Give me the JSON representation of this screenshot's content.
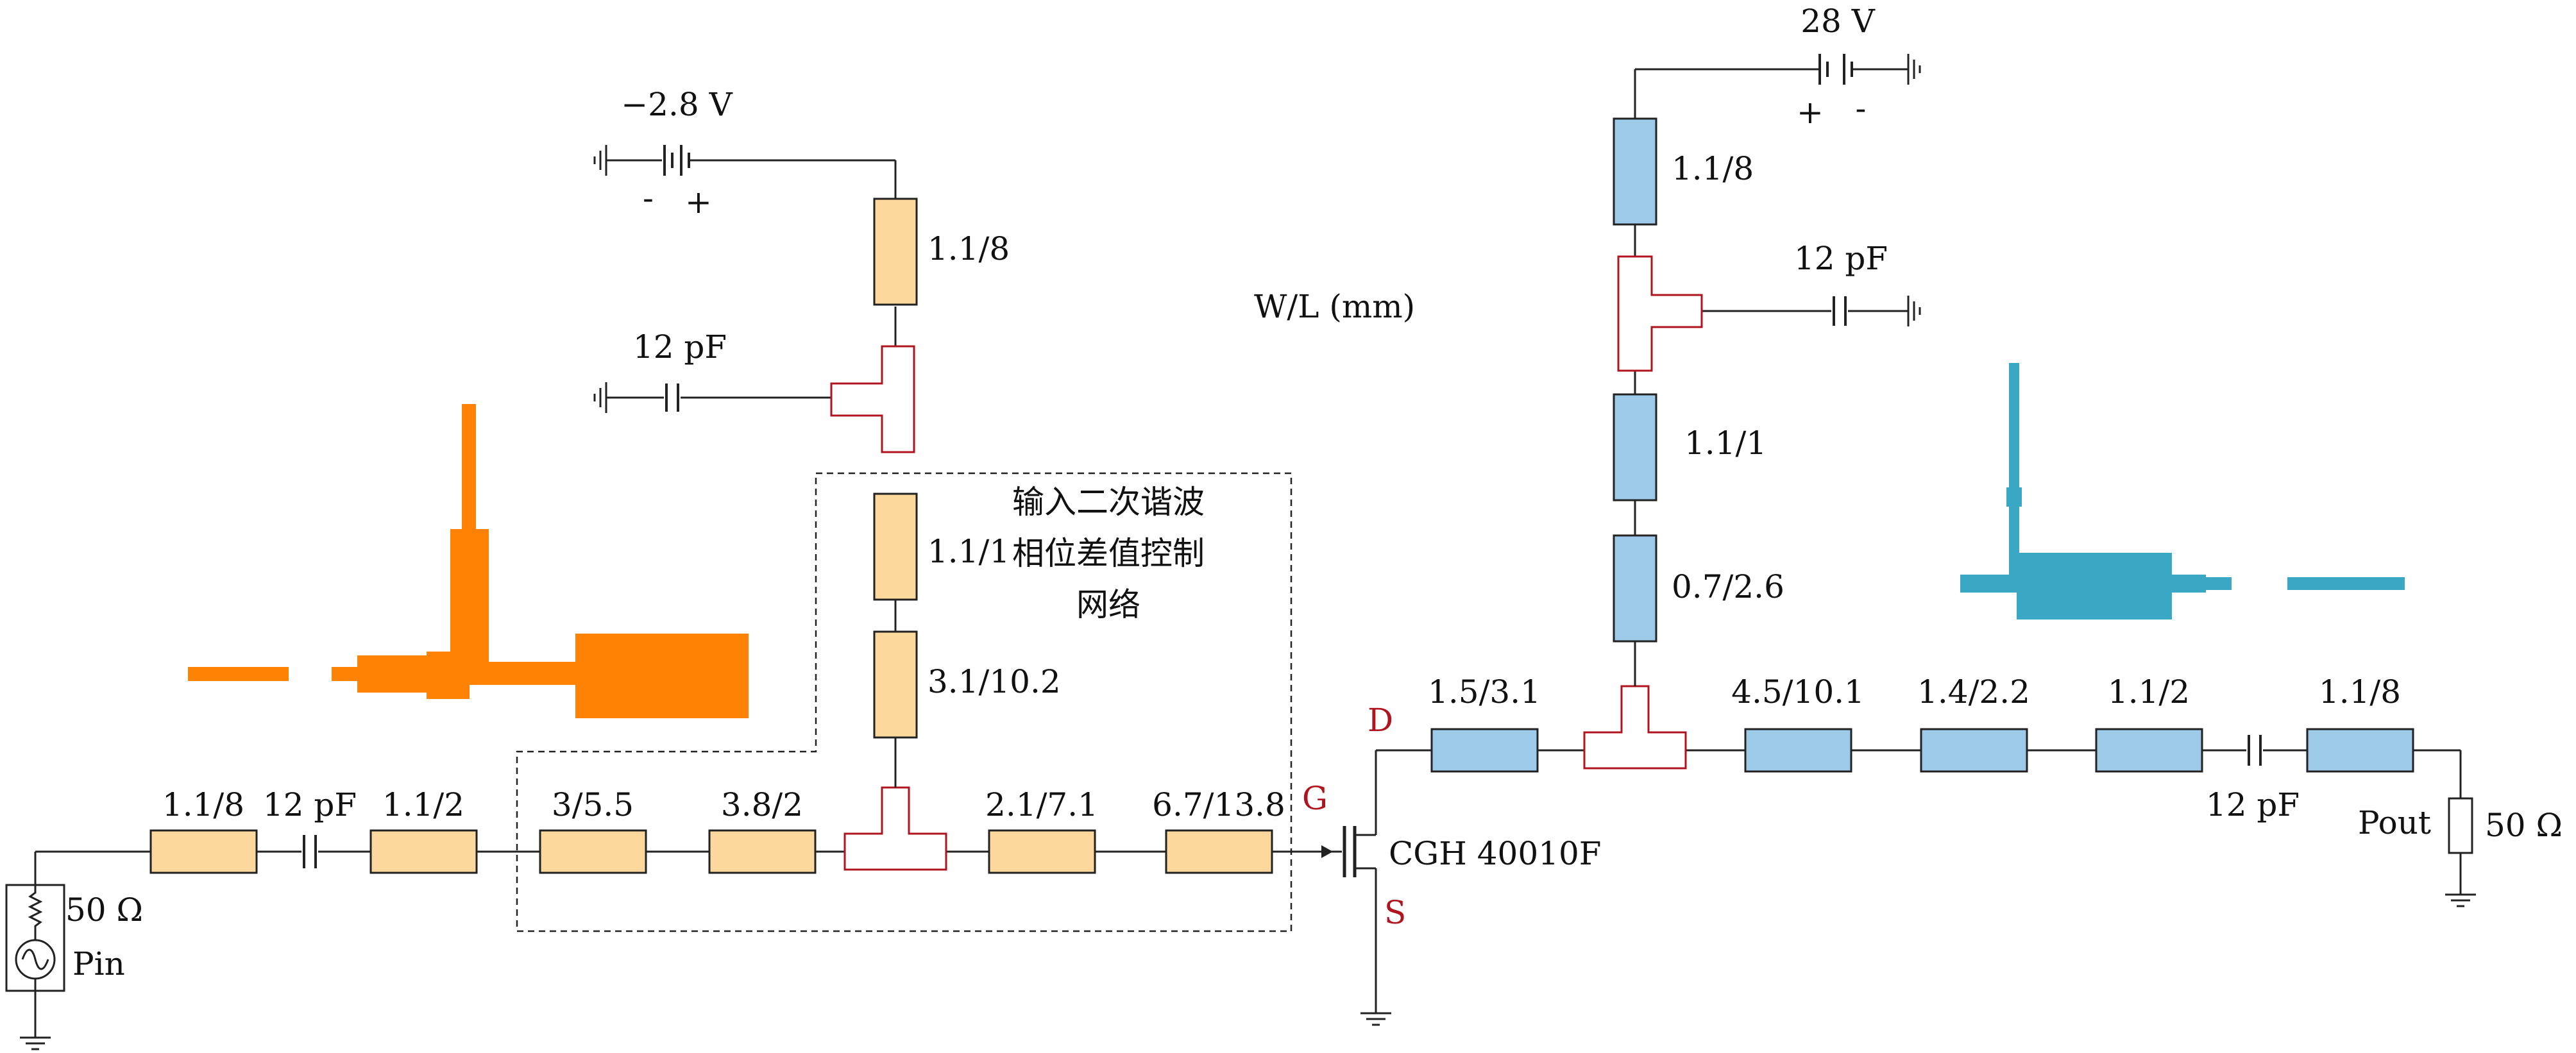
{
  "diagram": {
    "unit_note": "W/L (mm)",
    "gate_network_label": [
      "输入二次谐波",
      "相位差值控制",
      "网络"
    ],
    "transistor": {
      "name": "CGH 40010F",
      "gate": "G",
      "drain": "D",
      "source": "S"
    },
    "input": {
      "source_impedance": "50 Ω",
      "source_name": "Pin",
      "lines": [
        "1.1/8",
        "1.1/2",
        "3/5.5",
        "3.8/2",
        "2.1/7.1",
        "6.7/13.8"
      ],
      "dc_block": "12 pF"
    },
    "gate_bias": {
      "voltage": "−2.8 V",
      "minus": "-",
      "plus": "+",
      "lines": [
        "1.1/8",
        "1.1/1",
        "3.1/10.2"
      ],
      "bypass_cap": "12 pF"
    },
    "drain_bias": {
      "voltage": "28 V",
      "plus": "+",
      "minus": "-",
      "lines": [
        "1.1/8",
        "1.1/1",
        "0.7/2.6"
      ],
      "bypass_cap": "12 pF"
    },
    "output": {
      "lines": [
        "1.5/3.1",
        "4.5/10.1",
        "1.4/2.2",
        "1.1/2",
        "1.1/8"
      ],
      "dc_block": "12 pF",
      "load_name": "Pout",
      "load_impedance": "50 Ω"
    },
    "colors": {
      "input_lines": "#fdd89c",
      "output_lines": "#9ecae9",
      "tee_junction": "#b0141e",
      "input_layout": "#ff8205",
      "output_layout": "#3aa7c4",
      "terminal_labels": "#b0141e"
    },
    "icons": [
      "sine-source-icon",
      "resistor-icon",
      "capacitor-icon",
      "battery-icon",
      "ground-icon",
      "transistor-icon",
      "tee-junction-icon"
    ]
  }
}
